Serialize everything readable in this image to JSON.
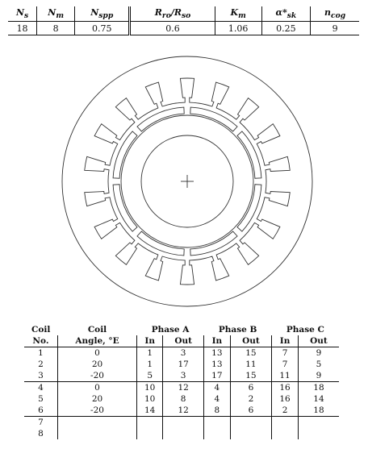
{
  "params": {
    "headers": [
      "N_s",
      "N_m",
      "N_spp",
      "R_ro/R_so",
      "K_m",
      "α*_sk",
      "n_cog"
    ],
    "values": [
      "18",
      "8",
      "0.75",
      "0.6",
      "1.06",
      "0.25",
      "9"
    ]
  },
  "motor": {
    "slots": 18,
    "magnets": 8
  },
  "winding": {
    "head1": {
      "coil": "Coil",
      "coil2": "Coil",
      "phase_a": "Phase A",
      "phase_b": "Phase B",
      "phase_c": "Phase C"
    },
    "head2": {
      "no": "No.",
      "angle": "Angle, °E",
      "in": "In",
      "out": "Out"
    },
    "rows": [
      [
        "1",
        "0",
        "1",
        "3",
        "13",
        "15",
        "7",
        "9"
      ],
      [
        "2",
        "20",
        "1",
        "17",
        "13",
        "11",
        "7",
        "5"
      ],
      [
        "3",
        "-20",
        "5",
        "3",
        "17",
        "15",
        "11",
        "9"
      ],
      [
        "4",
        "0",
        "10",
        "12",
        "4",
        "6",
        "16",
        "18"
      ],
      [
        "5",
        "20",
        "10",
        "8",
        "4",
        "2",
        "16",
        "14"
      ],
      [
        "6",
        "-20",
        "14",
        "12",
        "8",
        "6",
        "2",
        "18"
      ],
      [
        "7",
        "",
        "",
        "",
        "",
        "",
        "",
        ""
      ],
      [
        "8",
        "",
        "",
        "",
        "",
        "",
        "",
        ""
      ]
    ]
  }
}
